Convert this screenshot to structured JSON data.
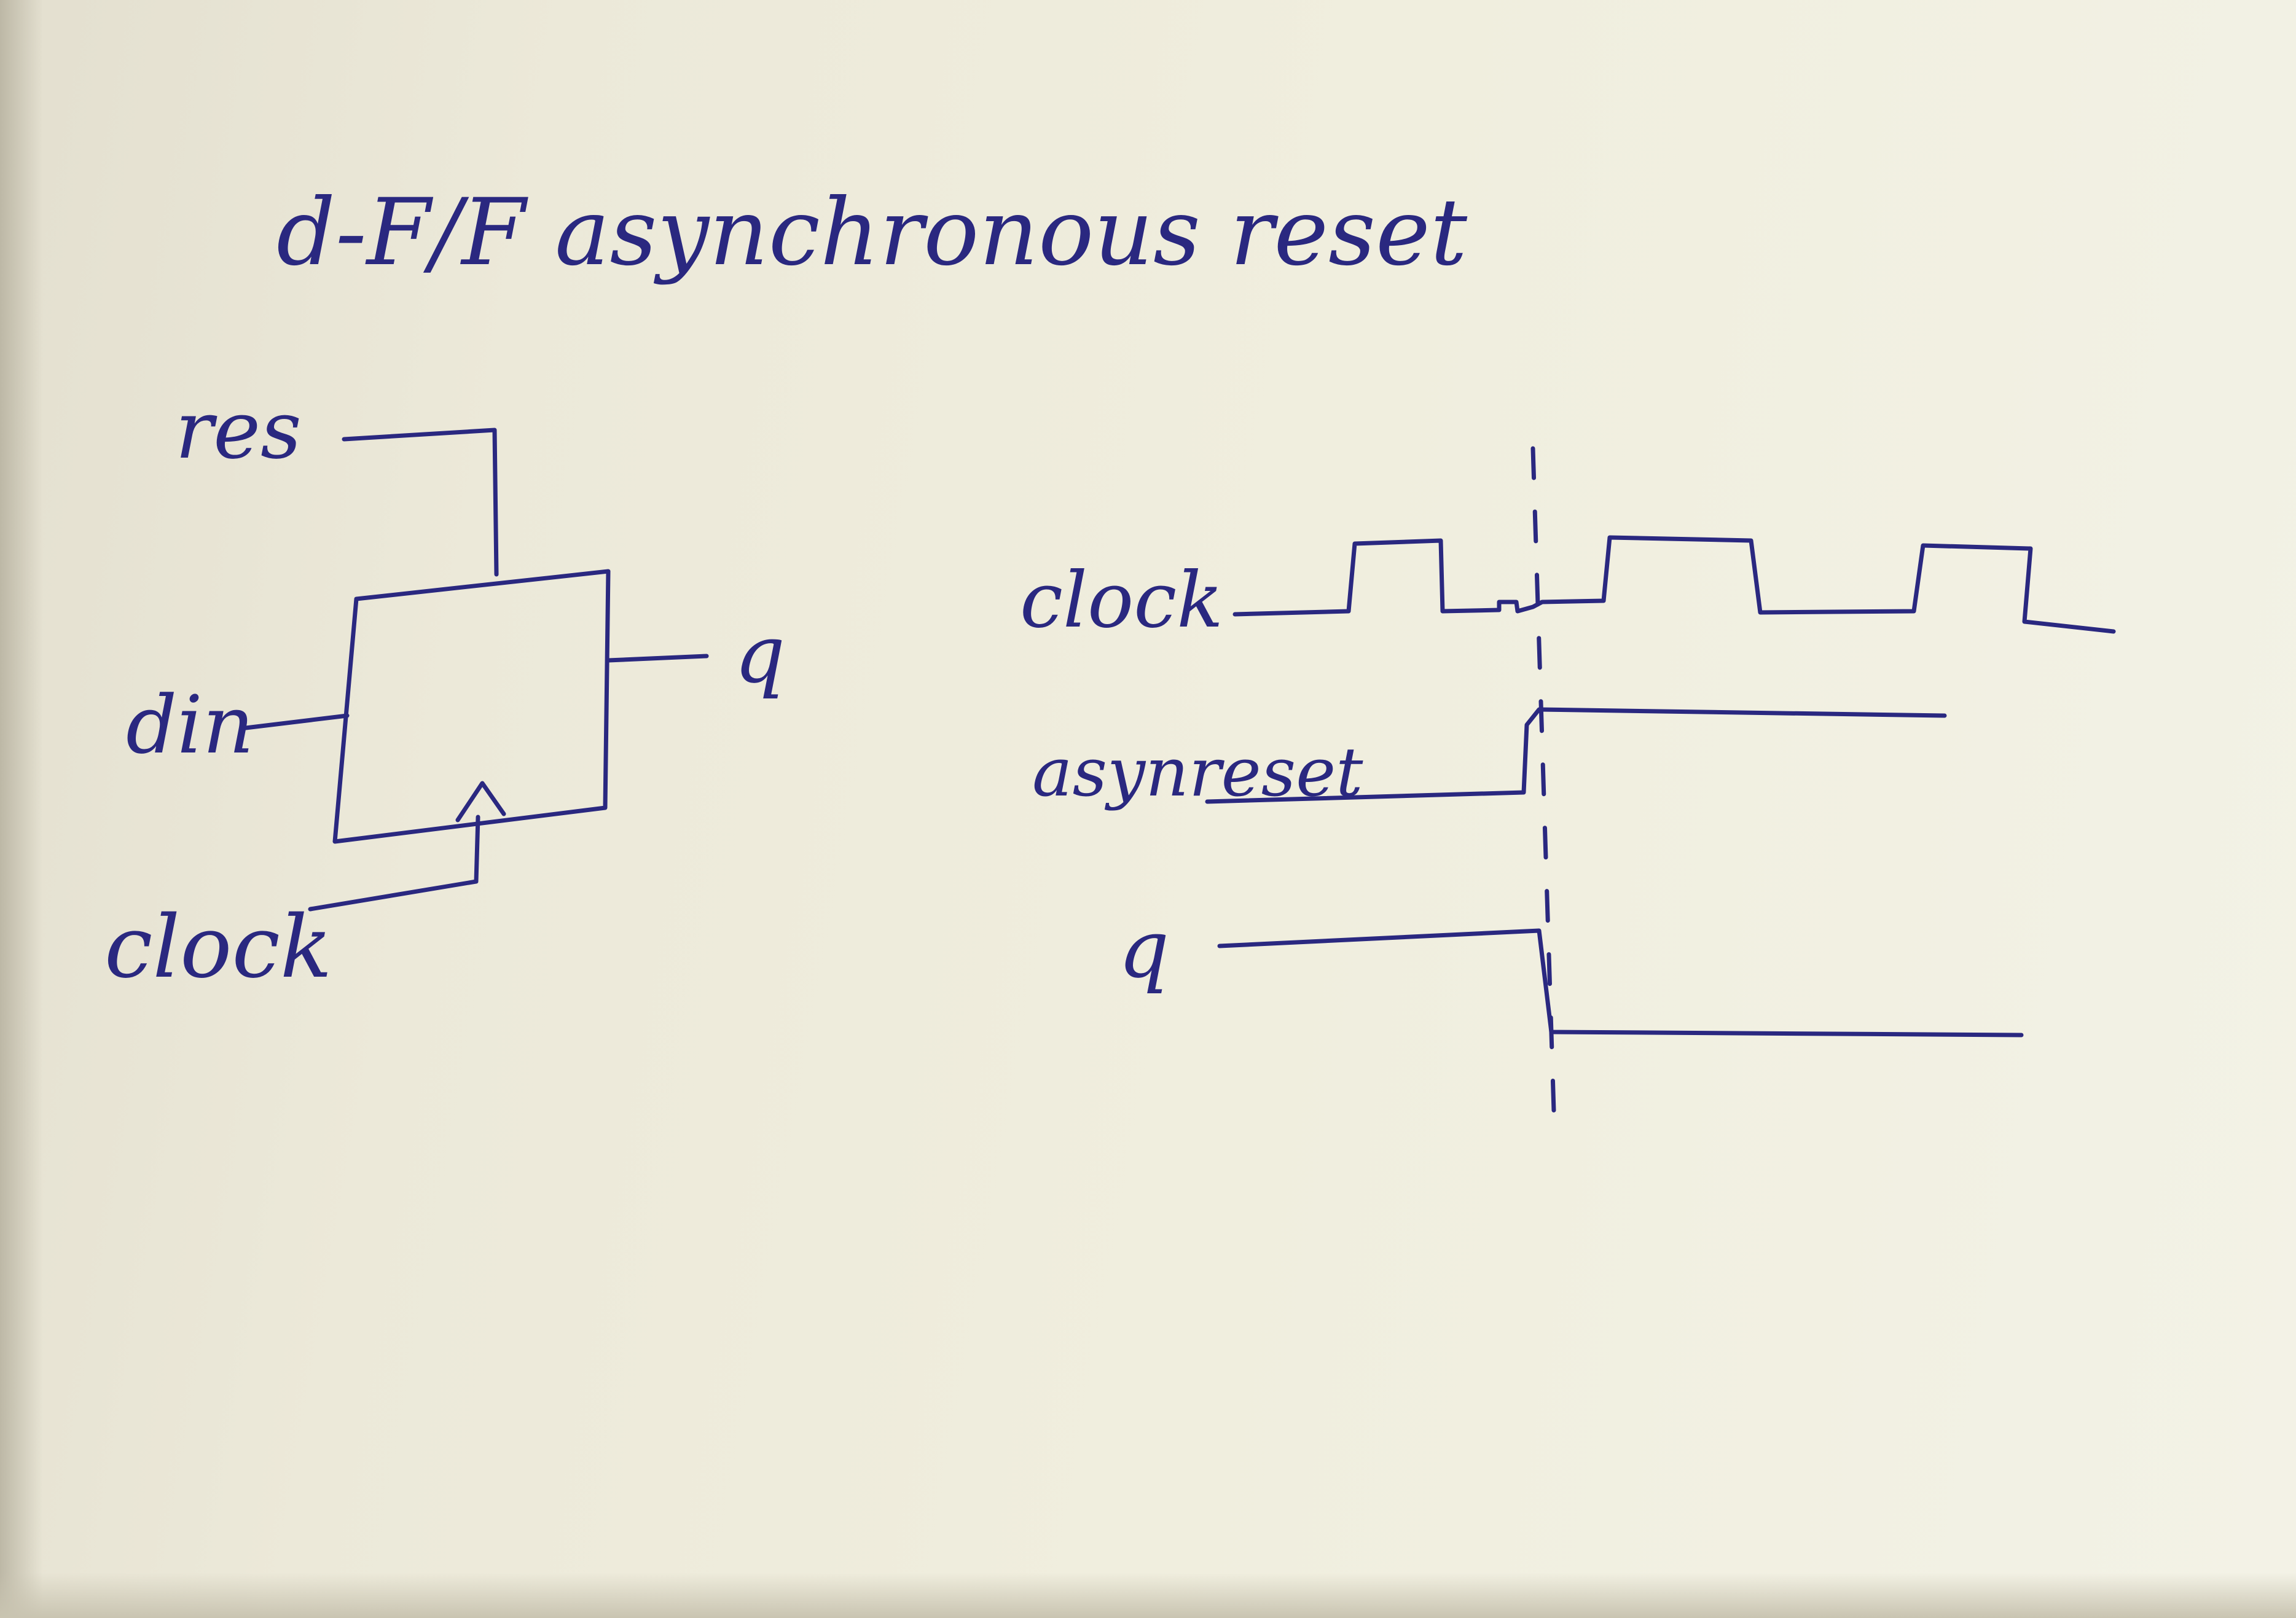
{
  "title": "d-F/F asynchronous reset",
  "block": {
    "res_label": "res",
    "din_label": "din",
    "clock_label": "clock",
    "q_label": "q"
  },
  "timing": {
    "clock_label": "clock",
    "asynreset_label": "asynreset",
    "q_label": "q"
  },
  "colors": {
    "ink": "#2a2880",
    "paper": "#f0eede"
  }
}
